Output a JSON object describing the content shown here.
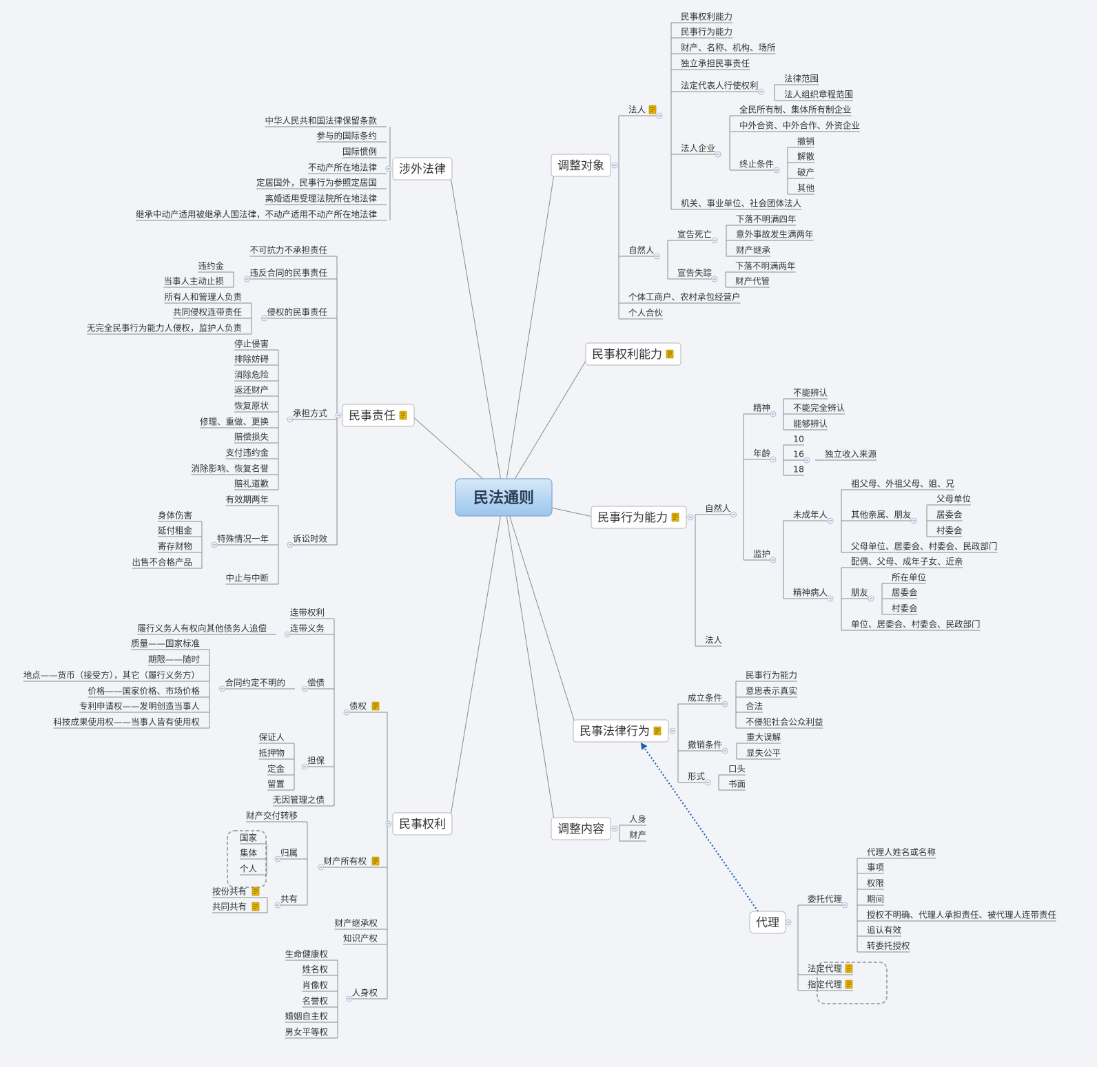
{
  "mindmap": {
    "root": "民法通则",
    "branches": [
      {
        "label": "涉外法律",
        "children": [
          {
            "label": "中华人民共和国法律保留条款"
          },
          {
            "label": "参与的国际条约"
          },
          {
            "label": "国际惯例"
          },
          {
            "label": "不动产所在地法律"
          },
          {
            "label": "定居国外，民事行为参照定居国"
          },
          {
            "label": "离婚适用受理法院所在地法律"
          },
          {
            "label": "继承中动产适用被继承人国法律，不动产适用不动产所在地法律"
          }
        ]
      },
      {
        "label": "民事责任",
        "note": true,
        "children": [
          {
            "label": "不可抗力不承担责任"
          },
          {
            "label": "违反合同的民事责任",
            "children": [
              {
                "label": "违约金"
              },
              {
                "label": "当事人主动止损"
              }
            ]
          },
          {
            "label": "侵权的民事责任",
            "children": [
              {
                "label": "所有人和管理人负责"
              },
              {
                "label": "共同侵权连带责任"
              },
              {
                "label": "无完全民事行为能力人侵权，监护人负责"
              }
            ]
          },
          {
            "label": "承担方式",
            "children": [
              {
                "label": "停止侵害"
              },
              {
                "label": "排除妨碍"
              },
              {
                "label": "消除危险"
              },
              {
                "label": "返还财产"
              },
              {
                "label": "恢复原状"
              },
              {
                "label": "修理、重做、更换"
              },
              {
                "label": "赔偿损失"
              },
              {
                "label": "支付违约金"
              },
              {
                "label": "消除影响、恢复名誉"
              },
              {
                "label": "赔礼道歉"
              }
            ]
          },
          {
            "label": "诉讼时效",
            "children": [
              {
                "label": "有效期两年"
              },
              {
                "label": "特殊情况一年",
                "children": [
                  {
                    "label": "身体伤害"
                  },
                  {
                    "label": "延付租金"
                  },
                  {
                    "label": "寄存财物"
                  },
                  {
                    "label": "出售不合格产品"
                  }
                ]
              },
              {
                "label": "中止与中断"
              }
            ]
          }
        ]
      },
      {
        "label": "民事权利",
        "children": [
          {
            "label": "债权",
            "note": true,
            "children": [
              {
                "label": "连带权利"
              },
              {
                "label": "连带义务",
                "children": [
                  {
                    "label": "履行义务人有权向其他债务人追偿"
                  }
                ]
              },
              {
                "label": "偿债",
                "children": [
                  {
                    "label": "合同约定不明的",
                    "children": [
                      {
                        "label": "质量——国家标准"
                      },
                      {
                        "label": "期限——随时"
                      },
                      {
                        "label": "地点——货币（接受方），其它（履行义务方）"
                      },
                      {
                        "label": "价格——国家价格、市场价格"
                      },
                      {
                        "label": "专利申请权——发明创造当事人"
                      },
                      {
                        "label": "科技成果使用权——当事人皆有使用权"
                      }
                    ]
                  }
                ]
              },
              {
                "label": "担保",
                "children": [
                  {
                    "label": "保证人"
                  },
                  {
                    "label": "抵押物"
                  },
                  {
                    "label": "定金"
                  },
                  {
                    "label": "留置"
                  }
                ]
              },
              {
                "label": "无因管理之债"
              }
            ]
          },
          {
            "label": "财产所有权",
            "note": true,
            "children": [
              {
                "label": "财产交付转移"
              },
              {
                "label": "归属",
                "children": [
                  {
                    "label": "国家"
                  },
                  {
                    "label": "集体"
                  },
                  {
                    "label": "个人"
                  }
                ]
              },
              {
                "label": "共有",
                "children": [
                  {
                    "label": "按份共有",
                    "note": true
                  },
                  {
                    "label": "共同共有",
                    "note": true
                  }
                ]
              }
            ]
          },
          {
            "label": "财产继承权"
          },
          {
            "label": "知识产权"
          },
          {
            "label": "人身权",
            "children": [
              {
                "label": "生命健康权"
              },
              {
                "label": "姓名权"
              },
              {
                "label": "肖像权"
              },
              {
                "label": "名誉权"
              },
              {
                "label": "婚姻自主权"
              },
              {
                "label": "男女平等权"
              }
            ]
          }
        ]
      },
      {
        "label": "调整对象",
        "children": [
          {
            "label": "法人",
            "note": true,
            "children": [
              {
                "label": "民事权利能力"
              },
              {
                "label": "民事行为能力"
              },
              {
                "label": "财产、名称、机构、场所"
              },
              {
                "label": "独立承担民事责任"
              },
              {
                "label": "法定代表人行使权利",
                "children": [
                  {
                    "label": "法律范围"
                  },
                  {
                    "label": "法人组织章程范围"
                  }
                ]
              },
              {
                "label": "法人企业",
                "children": [
                  {
                    "label": "全民所有制、集体所有制企业"
                  },
                  {
                    "label": "中外合资、中外合作、外资企业"
                  },
                  {
                    "label": "终止条件",
                    "children": [
                      {
                        "label": "撤销"
                      },
                      {
                        "label": "解散"
                      },
                      {
                        "label": "破产"
                      },
                      {
                        "label": "其他"
                      }
                    ]
                  }
                ]
              },
              {
                "label": "机关、事业单位、社会团体法人"
              }
            ]
          },
          {
            "label": "自然人",
            "children": [
              {
                "label": "宣告死亡",
                "children": [
                  {
                    "label": "下落不明满四年"
                  },
                  {
                    "label": "意外事故发生满两年"
                  },
                  {
                    "label": "财产继承"
                  }
                ]
              },
              {
                "label": "宣告失踪",
                "children": [
                  {
                    "label": "下落不明满两年"
                  },
                  {
                    "label": "财产代管"
                  }
                ]
              }
            ]
          },
          {
            "label": "个体工商户、农村承包经营户"
          },
          {
            "label": "个人合伙"
          }
        ]
      },
      {
        "label": "民事权利能力",
        "note": true
      },
      {
        "label": "民事行为能力",
        "note": true,
        "children": [
          {
            "label": "自然人",
            "children": [
              {
                "label": "精神",
                "children": [
                  {
                    "label": "不能辨认"
                  },
                  {
                    "label": "不能完全辨认"
                  },
                  {
                    "label": "能够辨认"
                  }
                ]
              },
              {
                "label": "年龄",
                "children": [
                  {
                    "label": "10"
                  },
                  {
                    "label": "16",
                    "children": [
                      {
                        "label": "独立收入来源"
                      }
                    ]
                  },
                  {
                    "label": "18"
                  }
                ]
              },
              {
                "label": "监护",
                "children": [
                  {
                    "label": "未成年人",
                    "children": [
                      {
                        "label": "祖父母、外祖父母、姐、兄"
                      },
                      {
                        "label": "其他亲属、朋友",
                        "children": [
                          {
                            "label": "父母单位"
                          },
                          {
                            "label": "居委会"
                          },
                          {
                            "label": "村委会"
                          }
                        ]
                      },
                      {
                        "label": "父母单位、居委会、村委会、民政部门"
                      }
                    ]
                  },
                  {
                    "label": "精神病人",
                    "children": [
                      {
                        "label": "配偶、父母、成年子女、近亲"
                      },
                      {
                        "label": "朋友",
                        "children": [
                          {
                            "label": "所在单位"
                          },
                          {
                            "label": "居委会"
                          },
                          {
                            "label": "村委会"
                          }
                        ]
                      },
                      {
                        "label": "单位、居委会、村委会、民政部门"
                      }
                    ]
                  }
                ]
              }
            ]
          },
          {
            "label": "法人"
          }
        ]
      },
      {
        "label": "民事法律行为",
        "note": true,
        "children": [
          {
            "label": "成立条件",
            "children": [
              {
                "label": "民事行为能力"
              },
              {
                "label": "意思表示真实"
              },
              {
                "label": "合法"
              },
              {
                "label": "不侵犯社会公众利益"
              }
            ]
          },
          {
            "label": "撤销条件",
            "children": [
              {
                "label": "重大误解"
              },
              {
                "label": "显失公平"
              }
            ]
          },
          {
            "label": "形式",
            "children": [
              {
                "label": "口头"
              },
              {
                "label": "书面"
              }
            ]
          }
        ]
      },
      {
        "label": "调整内容",
        "children": [
          {
            "label": "人身"
          },
          {
            "label": "财产"
          }
        ]
      }
    ],
    "floating": [
      {
        "label": "代理",
        "children": [
          {
            "label": "委托代理",
            "children": [
              {
                "label": "代理人姓名或名称"
              },
              {
                "label": "事项"
              },
              {
                "label": "权限"
              },
              {
                "label": "期间"
              },
              {
                "label": "授权不明确、代理人承担责任、被代理人连带责任"
              },
              {
                "label": "追认有效"
              },
              {
                "label": "转委托授权"
              }
            ]
          },
          {
            "label": "法定代理",
            "note": true
          },
          {
            "label": "指定代理",
            "note": true
          }
        ]
      }
    ]
  },
  "colors": {
    "background": "#f2f4f7",
    "line": "#8a8a8a",
    "root_fill_top": "#d6e9fa",
    "root_fill_bottom": "#9cc6ec",
    "root_border": "#7ea7cf",
    "topic_border": "#b5b5b5",
    "relationship": "#1f5fb5",
    "boundary": "#a8a8a8",
    "note_icon": "#e8b400"
  }
}
